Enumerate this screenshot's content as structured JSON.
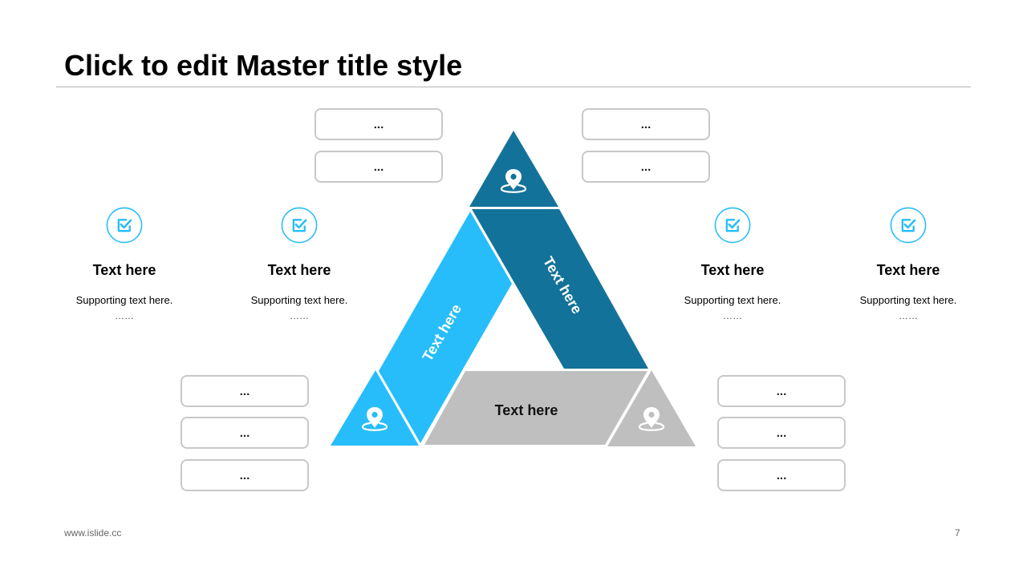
{
  "slide": {
    "title": "Click to edit Master title style",
    "footer_left": "www.islide.cc",
    "page_number": "7"
  },
  "colors": {
    "dark_blue": "#13729a",
    "light_blue": "#27bdfa",
    "gray": "#bfbfbf",
    "icon_outline": "#27bdfa"
  },
  "diagram": {
    "left_band_label": "Text here",
    "right_band_label": "Text here",
    "bottom_band_label": "Text here",
    "corner_icon": "location-pin-icon"
  },
  "columns": [
    {
      "icon": "checkbox-icon",
      "heading": "Text here",
      "supporting": "Supporting  text here.",
      "dots": "……"
    },
    {
      "icon": "checkbox-icon",
      "heading": "Text here",
      "supporting": "Supporting  text here.",
      "dots": "……"
    },
    {
      "icon": "checkbox-icon",
      "heading": "Text here",
      "supporting": "Supporting  text here.",
      "dots": "……"
    },
    {
      "icon": "checkbox-icon",
      "heading": "Text here",
      "supporting": "Supporting  text here.",
      "dots": "……"
    }
  ],
  "boxes": {
    "top_left": [
      "...",
      "..."
    ],
    "top_right": [
      "...",
      "..."
    ],
    "bottom_left": [
      "...",
      "...",
      "..."
    ],
    "bottom_right": [
      "...",
      "...",
      "..."
    ]
  }
}
